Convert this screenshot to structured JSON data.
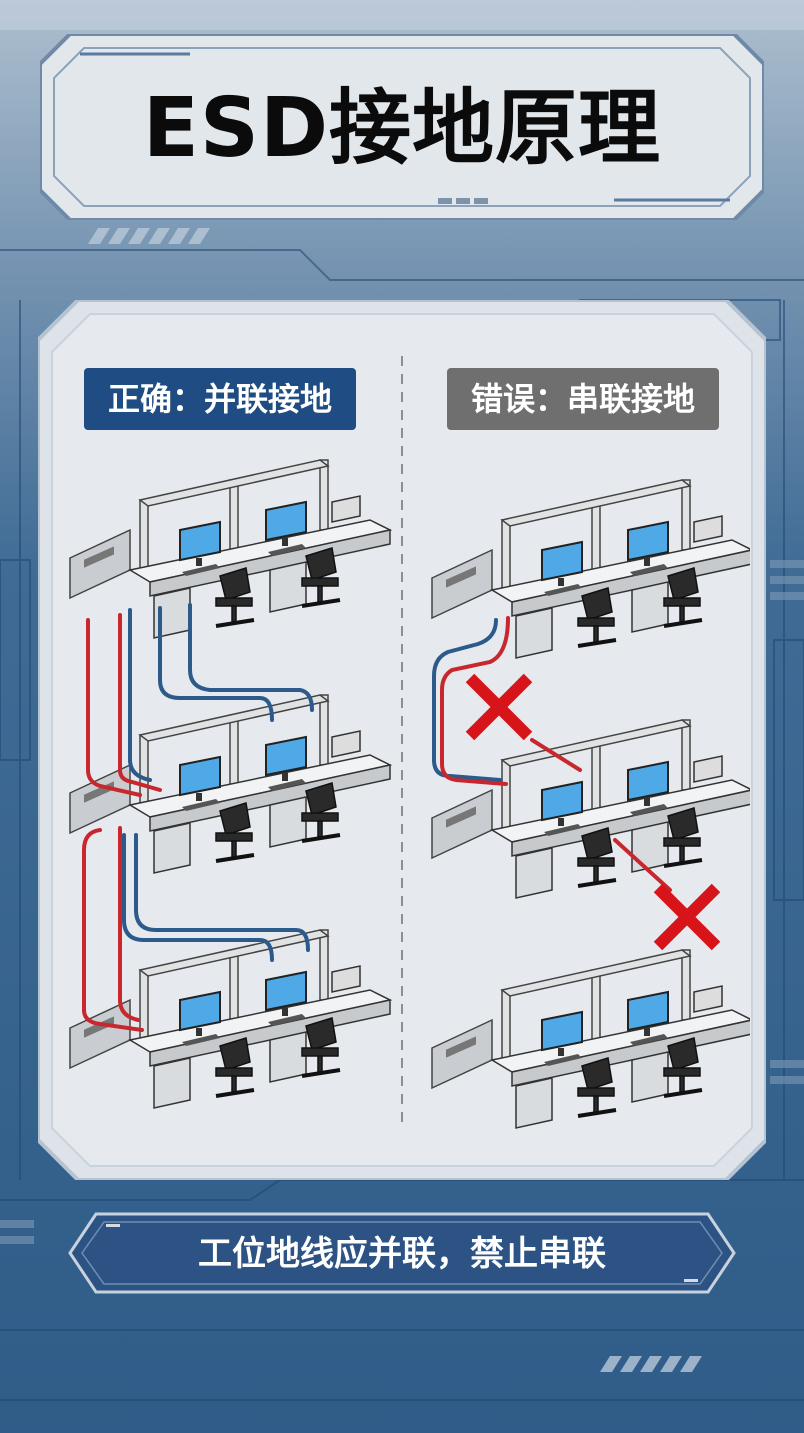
{
  "title": "ESD接地原理",
  "correct_label": "正确：并联接地",
  "wrong_label": "错误：串联接地",
  "footer_text": "工位地线应并联，禁止串联",
  "colors": {
    "background": "#3d6a94",
    "correct_tag": "#1f4c82",
    "wrong_tag": "#6f6f6f",
    "ground_red": "#c8282d",
    "ground_blue": "#2c5a8a",
    "cross_red": "#d8141b"
  },
  "icons": [
    "workstation-icon",
    "monitor-icon",
    "chair-icon",
    "cross-mark-icon"
  ]
}
